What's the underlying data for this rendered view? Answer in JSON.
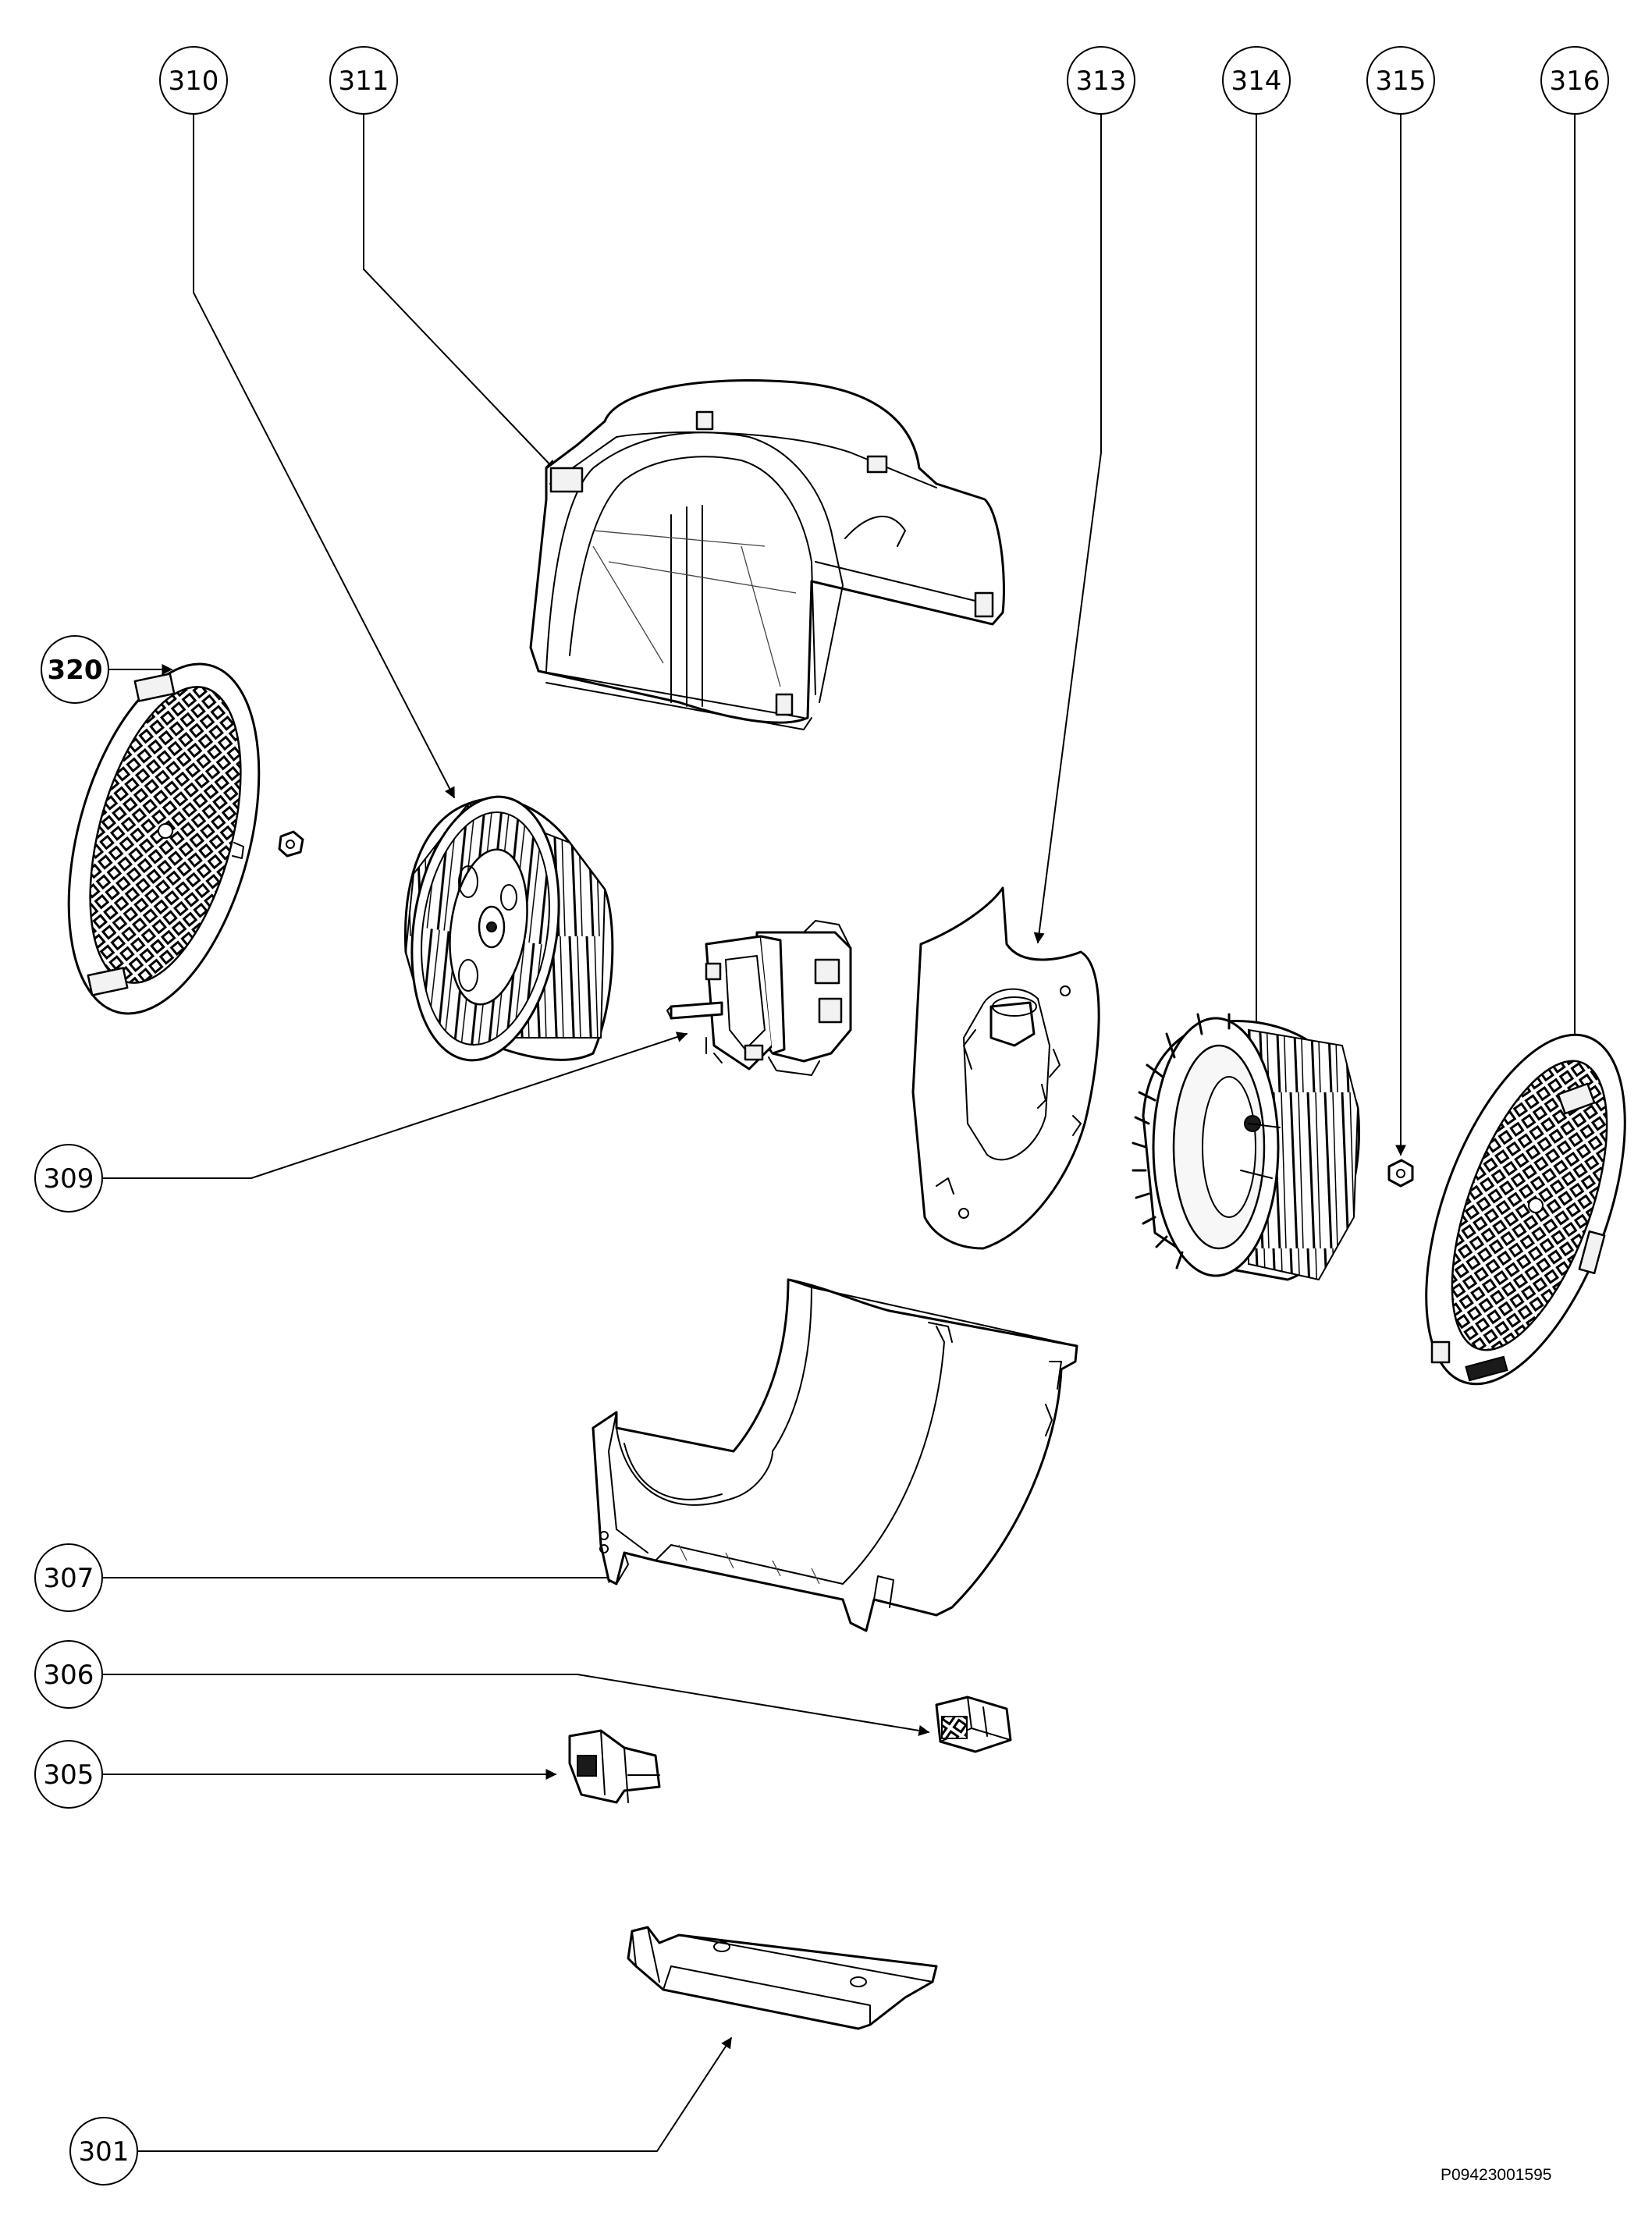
{
  "document_code": "P09423001595",
  "callouts": {
    "c310": "310",
    "c311": "311",
    "c313": "313",
    "c314": "314",
    "c315": "315",
    "c316": "316",
    "c320": "320",
    "c309": "309",
    "c307": "307",
    "c306": "306",
    "c305": "305",
    "c301": "301"
  }
}
